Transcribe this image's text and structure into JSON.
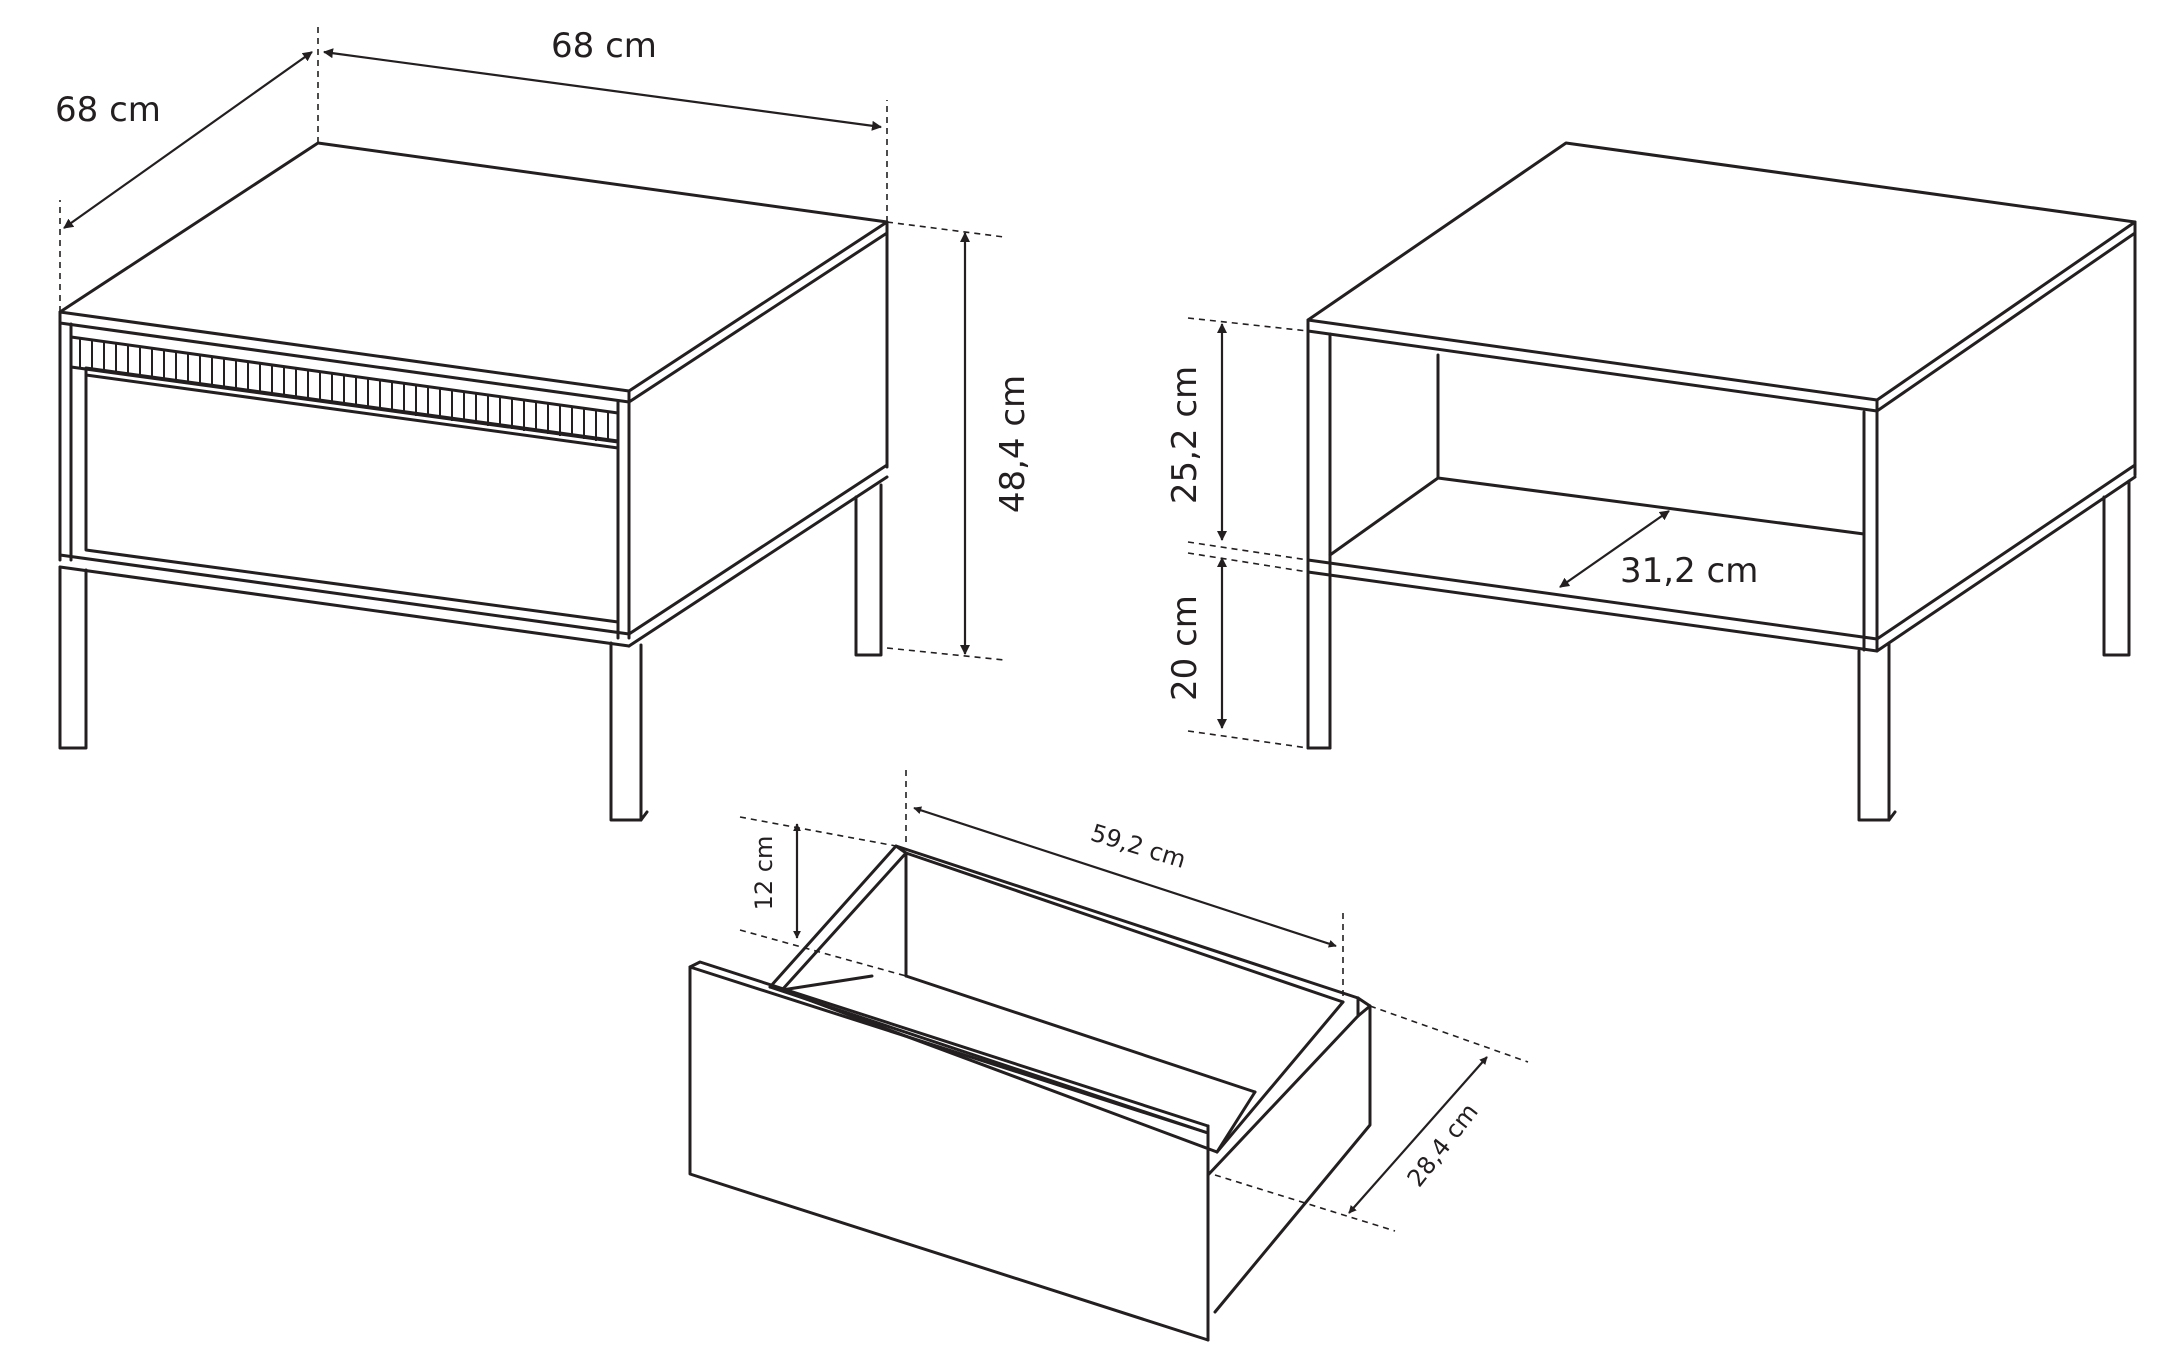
{
  "dimensions": {
    "width_depth": "68 cm",
    "width_front": "68 cm",
    "height_total": "48,4 cm",
    "shelf_opening_height": "25,2 cm",
    "leg_height": "20 cm",
    "shelf_depth": "31,2 cm",
    "drawer_height": "12 cm",
    "drawer_length": "59,2 cm",
    "drawer_depth": "28,4 cm"
  },
  "colors": {
    "line": "#231f20",
    "background": "#ffffff"
  }
}
